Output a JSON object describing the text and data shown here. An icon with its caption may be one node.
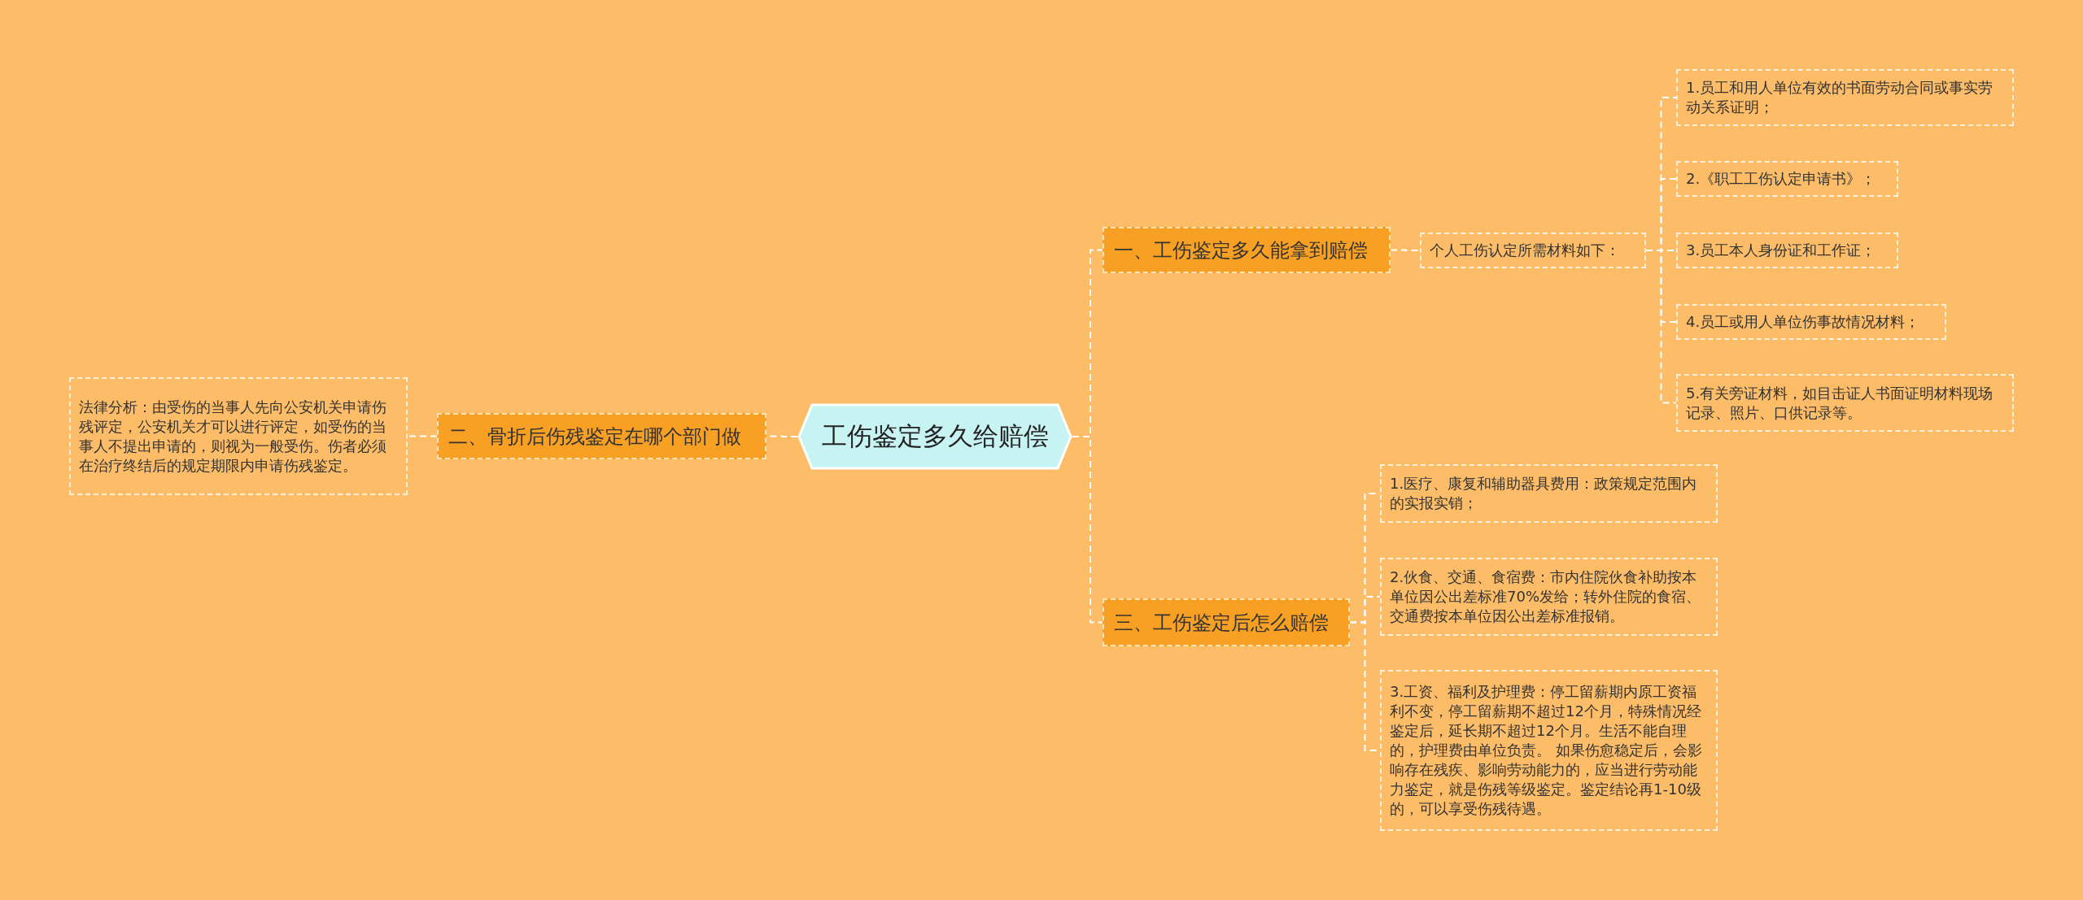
{
  "diagram": {
    "nodes": [
      {
        "text": [
          "工伤鉴定多久给赔偿"
        ]
      },
      {
        "text": [
          "一、工伤鉴定多久能拿到赔偿"
        ]
      },
      {
        "text": [
          "个人工伤认定所需材料如下："
        ]
      },
      {
        "text": [
          "1.员工和用人单位有效的书面劳动合同或事实劳动关系证明；"
        ]
      },
      {
        "text": [
          "2.《职工工伤认定申请书》；"
        ]
      },
      {
        "text": [
          "3.员工本人身份证和工作证；"
        ]
      },
      {
        "text": [
          "4.员工或用人单位伤事故情况材料；"
        ]
      },
      {
        "text": [
          "5.有关旁证材料，如目击证人书面证明材料现场记录、照片、口供记录等。"
        ]
      },
      {
        "text": [
          "二、骨折后伤残鉴定在哪个部门做"
        ]
      },
      {
        "text": [
          "法律分析：由受伤的当事人先向公安机关申请伤残评定，公安机关才可以进行评定，如受伤的当事人不提出申请的，则视为一般受伤。伤者必须在治疗终结后的规定期限内申请伤残鉴定。"
        ]
      },
      {
        "text": [
          "三、工伤鉴定后怎么赔偿"
        ]
      },
      {
        "text": [
          "1.医疗、康复和辅助器具费用：政策规定范围内的实报实销；"
        ]
      },
      {
        "text": [
          "2.伙食、交通、食宿费：市内住院伙食补助按本单位因公出差标准70%发给；转外住院的食宿、交通费按本单位因公出差标准报销。"
        ]
      },
      {
        "text": [
          "3.工资、福利及护理费：停工留薪期内原工资福利不变，停工留薪期不超过12个月，特殊情况经鉴定后，延长期不超过12个月。生活不能自理的，护理费由单位负责。 如果伤愈稳定后，会影响存在残疾、影响劳动能力的，应当进行劳动能力鉴定，就是伤残等级鉴定。鉴定结论再1-10级的，可以享受伤残待遇。"
        ]
      }
    ],
    "edges": [
      {
        "from": 0,
        "to": 1,
        "arrow": "none"
      },
      {
        "from": 1,
        "to": 2,
        "arrow": "none"
      },
      {
        "from": 2,
        "to": 3,
        "arrow": "none"
      },
      {
        "from": 2,
        "to": 4,
        "arrow": "none"
      },
      {
        "from": 2,
        "to": 5,
        "arrow": "none"
      },
      {
        "from": 2,
        "to": 6,
        "arrow": "none"
      },
      {
        "from": 2,
        "to": 7,
        "arrow": "none"
      },
      {
        "from": 0,
        "to": 8,
        "arrow": "none"
      },
      {
        "from": 8,
        "to": 9,
        "arrow": "none"
      },
      {
        "from": 0,
        "to": 10,
        "arrow": "none"
      },
      {
        "from": 10,
        "to": 11,
        "arrow": "none"
      },
      {
        "from": 10,
        "to": 12,
        "arrow": "none"
      },
      {
        "from": 10,
        "to": 13,
        "arrow": "none"
      }
    ]
  }
}
